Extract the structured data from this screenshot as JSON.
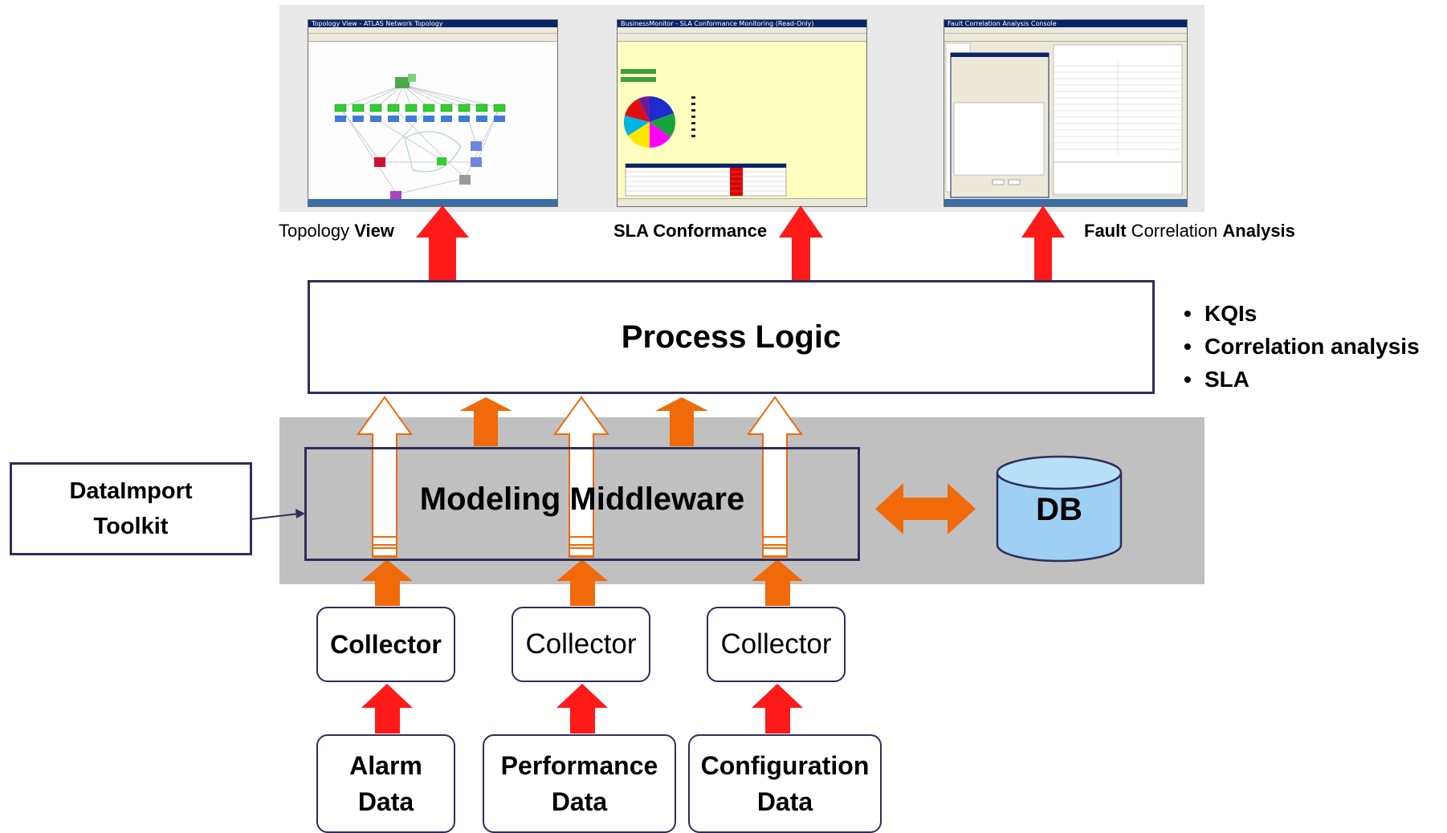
{
  "screenshots": [
    {
      "title": "Topology View - ATLAS Network Topology",
      "caption_parts": [
        "Topology ",
        "View"
      ]
    },
    {
      "title": "BusinessMonitor - SLA Conformance Monitoring (Read-Only)",
      "caption_parts": [
        "SLA Conformance"
      ]
    },
    {
      "title": "Fault Correlation Analysis Console",
      "caption_parts": [
        "Fault",
        " Correlation ",
        "Analysis"
      ]
    }
  ],
  "process_logic": {
    "label": "Process Logic"
  },
  "bullets": [
    "KQIs",
    "Correlation analysis",
    "SLA"
  ],
  "modeling_middleware": {
    "label": "Modeling Middleware"
  },
  "db": {
    "label": "DB"
  },
  "dataimport": {
    "line1": "DataImport",
    "line2": "Toolkit"
  },
  "collectors": [
    "Collector",
    "Collector",
    "Collector"
  ],
  "sources": [
    {
      "line1": "Alarm",
      "line2": "Data"
    },
    {
      "line1": "Performance",
      "line2": "Data"
    },
    {
      "line1": "Configuration",
      "line2": "Data"
    }
  ],
  "colors": {
    "red_arrow": "#ff1a1a",
    "orange_arrow": "#f06a0a",
    "box_border": "#2e2e5a",
    "band_gray": "#c0c0c0",
    "db_fill": "#9dd0f2"
  }
}
